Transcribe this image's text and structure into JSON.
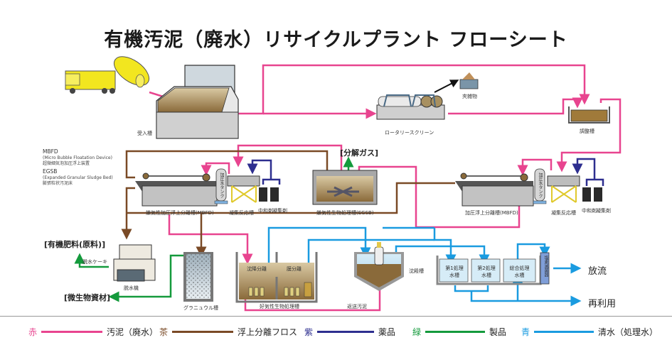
{
  "title": "有機汚泥（廃水）リサイクルプラント フローシート",
  "colors": {
    "sludge": "#e8448f",
    "floss": "#7a4a26",
    "chemical": "#2d2e8f",
    "product": "#149a3c",
    "water": "#1a9be0"
  },
  "equipment": {
    "receiving_tank": "受入槽",
    "rotary_screen": "ロータリースクリーン",
    "debris": "夾雑物",
    "adjustment_tank": "調整槽",
    "mbfd_anaerobic": "嫌気性加圧浮上分離槽(MBFD)",
    "pressure_tank": "加圧水タンク",
    "coag_tank": "凝集反応槽",
    "neutralizer": "中和剤",
    "coagulant": "凝集剤",
    "egsb": "嫌気性生物処理槽(EGSB)",
    "decomp_gas": "[分解ガス]",
    "mbfd": "加圧浮上分離槽(MBFD)",
    "organic_fertilizer": "[有機肥料(原料)]",
    "dewatered_cake": "脱水ケーキ",
    "dewaterer": "脱水機",
    "microbial_material": "[微生物資材]",
    "granule_tank": "グラニュウル槽",
    "sedimentation_sep": "沈降分離",
    "membrane_sep": "膜分離",
    "aerobic_tank": "好気性生物処理槽",
    "return_sludge": "返送汚泥",
    "settling_tank": "沈殿槽",
    "treat1": "第1処理 水槽",
    "treat2": "第2処理 水槽",
    "treat_total": "総合処理 水槽",
    "chlorine": "塩素滅菌器",
    "discharge": "放流",
    "reuse": "再利用"
  },
  "abbreviations": [
    {
      "term": "MBFD",
      "en": "(Micro Bubble Floatation Device)",
      "ja": "超微細気泡加圧浮上装置"
    },
    {
      "term": "EGSB",
      "en": "(Expanded Granular Sludge Bed)",
      "ja": "膨張粒状汚泥床"
    }
  ],
  "legend": [
    {
      "key": "赤",
      "label": "汚泥（廃水）",
      "color": "#e8448f"
    },
    {
      "key": "茶",
      "label": "浮上分離フロス",
      "color": "#7a4a26"
    },
    {
      "key": "紫",
      "label": "薬品",
      "color": "#2d2e8f"
    },
    {
      "key": "緑",
      "label": "製品",
      "color": "#149a3c"
    },
    {
      "key": "青",
      "label": "清水（処理水）",
      "color": "#1a9be0"
    }
  ]
}
